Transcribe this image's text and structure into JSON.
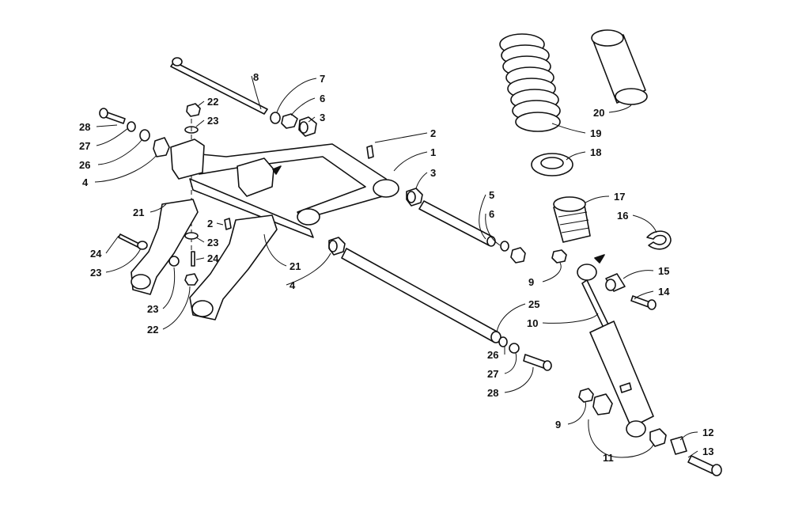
{
  "diagram": {
    "type": "exploded-parts-diagram",
    "line_color": "#111111",
    "background": "#ffffff",
    "callouts": [
      {
        "id": "c8",
        "label": "8"
      },
      {
        "id": "c7",
        "label": "7"
      },
      {
        "id": "c22a",
        "label": "22"
      },
      {
        "id": "c6a",
        "label": "6"
      },
      {
        "id": "c23a",
        "label": "23"
      },
      {
        "id": "c3a",
        "label": "3"
      },
      {
        "id": "c28a",
        "label": "28"
      },
      {
        "id": "c2a",
        "label": "2"
      },
      {
        "id": "c27a",
        "label": "27"
      },
      {
        "id": "c1",
        "label": "1"
      },
      {
        "id": "c26a",
        "label": "26"
      },
      {
        "id": "c4a",
        "label": "4"
      },
      {
        "id": "c3b",
        "label": "3"
      },
      {
        "id": "c5",
        "label": "5"
      },
      {
        "id": "c21a",
        "label": "21"
      },
      {
        "id": "c2b",
        "label": "2"
      },
      {
        "id": "c6b",
        "label": "6"
      },
      {
        "id": "c23b",
        "label": "23"
      },
      {
        "id": "c24a",
        "label": "24"
      },
      {
        "id": "c24b",
        "label": "24"
      },
      {
        "id": "c23c",
        "label": "23"
      },
      {
        "id": "c21b",
        "label": "21"
      },
      {
        "id": "c4b",
        "label": "4"
      },
      {
        "id": "c9a",
        "label": "9"
      },
      {
        "id": "c23d",
        "label": "23"
      },
      {
        "id": "c22b",
        "label": "22"
      },
      {
        "id": "c25",
        "label": "25"
      },
      {
        "id": "c26b",
        "label": "26"
      },
      {
        "id": "c27b",
        "label": "27"
      },
      {
        "id": "c28b",
        "label": "28"
      },
      {
        "id": "c20",
        "label": "20"
      },
      {
        "id": "c19",
        "label": "19"
      },
      {
        "id": "c18",
        "label": "18"
      },
      {
        "id": "c17",
        "label": "17"
      },
      {
        "id": "c16",
        "label": "16"
      },
      {
        "id": "c15",
        "label": "15"
      },
      {
        "id": "c14",
        "label": "14"
      },
      {
        "id": "c10",
        "label": "10"
      },
      {
        "id": "c9b",
        "label": "9"
      },
      {
        "id": "c12",
        "label": "12"
      },
      {
        "id": "c13",
        "label": "13"
      },
      {
        "id": "c11",
        "label": "11"
      }
    ]
  }
}
